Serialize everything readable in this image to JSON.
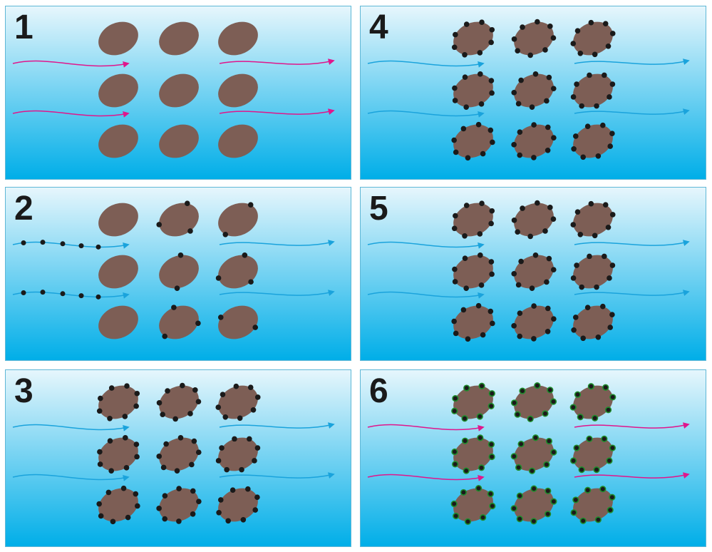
{
  "panels": [
    {
      "label": "1",
      "flow_color": "#e0168c",
      "dots_on_flow": false,
      "particle_count": 0,
      "outline": "none"
    },
    {
      "label": "2",
      "flow_color": "#1aa3dc",
      "dots_on_flow": true,
      "particle_count": 3,
      "outline": "none"
    },
    {
      "label": "3",
      "flow_color": "#1aa3dc",
      "dots_on_flow": false,
      "particle_count": 8,
      "outline": "none"
    },
    {
      "label": "4",
      "flow_color": "#1aa3dc",
      "dots_on_flow": false,
      "particle_count": 8,
      "outline": "none"
    },
    {
      "label": "5",
      "flow_color": "#1aa3dc",
      "dots_on_flow": false,
      "particle_count": 8,
      "outline": "none"
    },
    {
      "label": "6",
      "flow_color": "#e0168c",
      "dots_on_flow": false,
      "particle_count": 8,
      "outline": "#1e8c2c"
    }
  ],
  "colors": {
    "water_top": "#e6f6fc",
    "water_bottom": "#00aee8",
    "grain": "#7d5e55",
    "particle": "#1a1a1a",
    "magenta_flow": "#e0168c",
    "blue_flow": "#1aa3dc"
  }
}
